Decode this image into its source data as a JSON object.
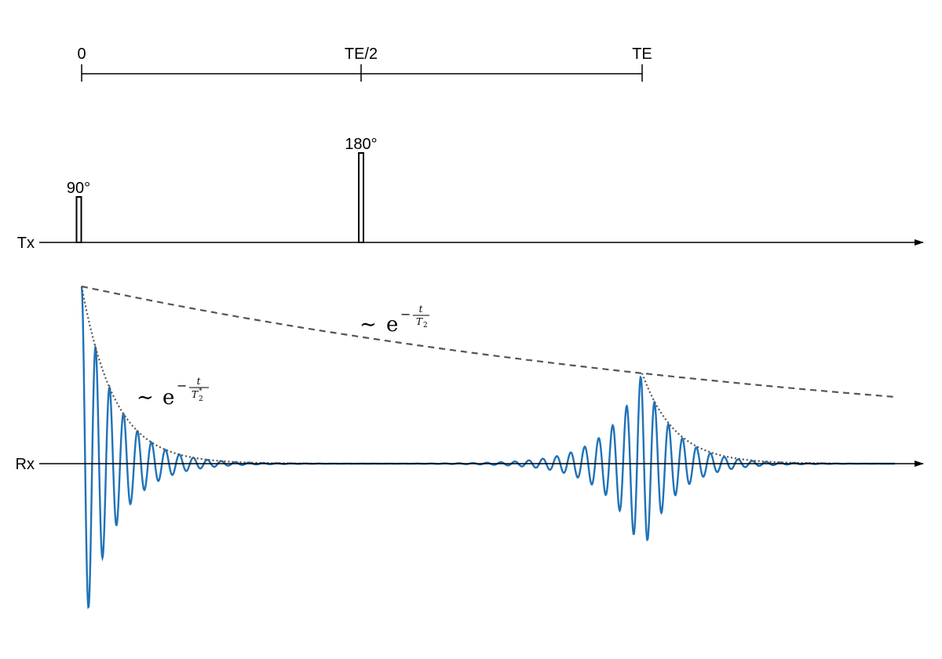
{
  "timeline": {
    "tick_labels": [
      "0",
      "TE/2",
      "TE"
    ]
  },
  "tx": {
    "axis_label": "Tx",
    "pulse_90_label": "90°",
    "pulse_180_label": "180°"
  },
  "rx": {
    "axis_label": "Rx",
    "t2_annotation": {
      "tilde": "∼",
      "base": "e",
      "minus": "−",
      "numerator": "t",
      "denominator": "T",
      "subscript": "2"
    },
    "t2star_annotation": {
      "tilde": "∼",
      "base": "e",
      "minus": "−",
      "numerator": "t",
      "denominator": "T",
      "subscript": "2",
      "superscript": "*"
    }
  },
  "colors": {
    "signal": "#1f72b8",
    "envelope": "#555555",
    "axis": "#000000"
  }
}
